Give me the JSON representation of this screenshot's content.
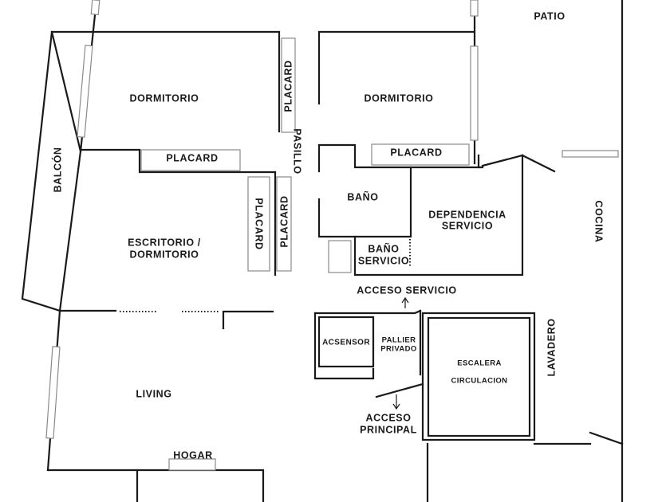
{
  "plan": {
    "labels": {
      "patio": "PATIO",
      "dormitorio_left": "DORMITORIO",
      "dormitorio_right": "DORMITORIO",
      "placard_v1": "PLACARD",
      "pasillo": "PASILLO",
      "balcon": "BALCÓN",
      "placard_h1": "PLACARD",
      "placard_h2": "PLACARD",
      "placard_v2": "PLACARD",
      "placard_v3": "PLACARD",
      "bano": "BAÑO",
      "dependencia_1": "DEPENDENCIA",
      "dependencia_2": "SERVICIO",
      "cocina": "COCINA",
      "escritorio_1": "ESCRITORIO /",
      "escritorio_2": "DORMITORIO",
      "bano_servicio_1": "BAÑO",
      "bano_servicio_2": "SERVICIO",
      "acceso_servicio": "ACCESO SERVICIO",
      "acsensor": "ACSENSOR",
      "pallier_1": "PALLIER",
      "pallier_2": "PRIVADO",
      "escalera": "ESCALERA",
      "circulacion": "CIRCULACION",
      "lavadero": "LAVADERO",
      "living": "LIVING",
      "acceso_principal_1": "ACCESO",
      "acceso_principal_2": "PRINCIPAL",
      "hogar": "HOGAR"
    }
  }
}
